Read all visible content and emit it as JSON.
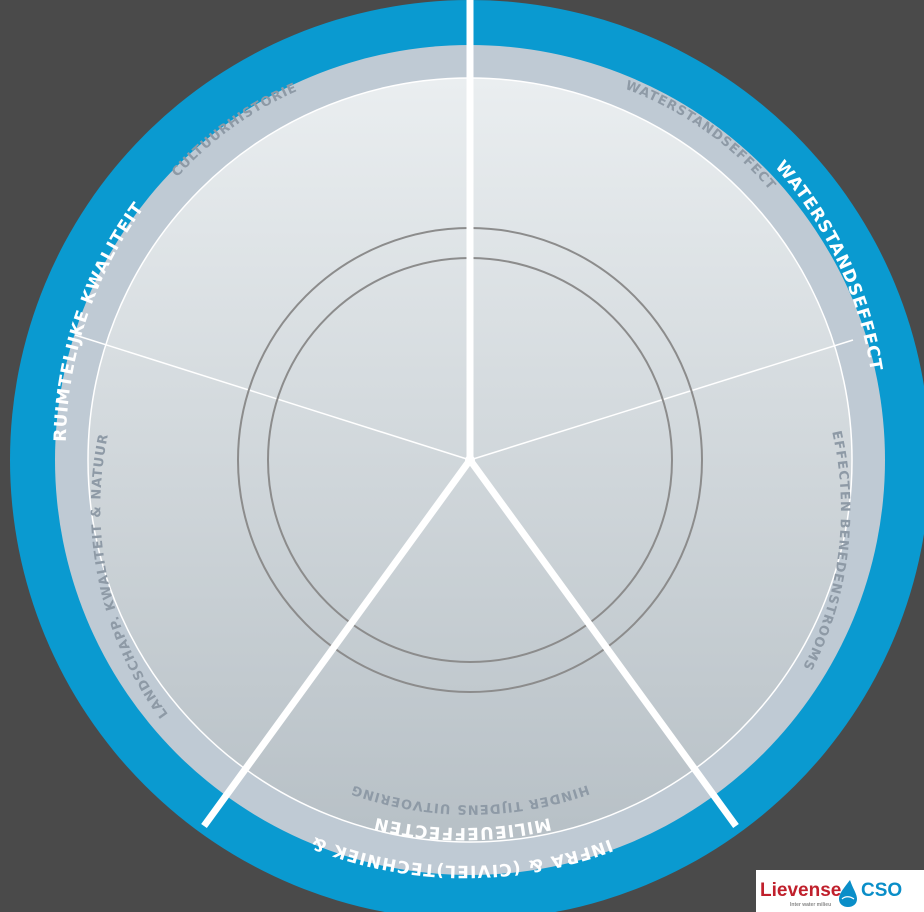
{
  "colors": {
    "background": "#4a4a4a",
    "outer_ring": "#0a9ad0",
    "inner_ring": "#bfcad4",
    "inner_label": "#8e9aa6",
    "core_top": "#eaeef0",
    "core_bottom": "#b7c0c6",
    "separator": "#ffffff",
    "center_circles": "#8c8c8c",
    "logo_red": "#c0202c",
    "logo_blue": "#0a8ec8"
  },
  "outer_sectors": [
    {
      "label": "WATERSTANDSEFFECT"
    },
    {
      "label": "INFRA & (CIVIEL)TECHNIEK & MILIEUEFFECTEN",
      "lines": [
        "INFRA & (CIVIEL)TECHNIEK &",
        "MILIEUEFFECTEN"
      ]
    },
    {
      "label": "RUIMTELIJKE KWALITEIT"
    }
  ],
  "inner_segments": [
    {
      "label": "WATERSTANDSEFFECT"
    },
    {
      "label": "EFFECTEN BENEDENSTROOMS"
    },
    {
      "label": "HINDER TIJDENS UITVOERING"
    },
    {
      "label": "LANDSCHAPP. KWALITEIT & NATUUR"
    },
    {
      "label": "CULTUURHISTORIE"
    }
  ],
  "logo": {
    "brand_red": "Lievense",
    "brand_blue": "CSO",
    "tagline": "Inter water milieu"
  }
}
